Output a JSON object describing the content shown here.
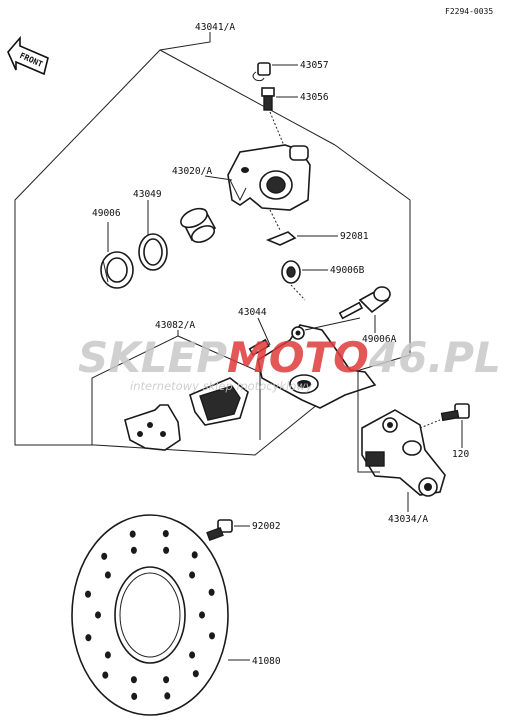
{
  "figure_code": "F2294-0035",
  "front_arrow_text": "FRONT",
  "watermark": {
    "brand_left": "SKLEP",
    "brand_mid": "MOTO",
    "brand_right": "46.PL",
    "tagline": "internetowy sklep motocyklowy",
    "color_gray": "#c8c8c8",
    "color_red": "#e03a3a"
  },
  "parts": [
    {
      "number": "43041/A"
    },
    {
      "number": "43057"
    },
    {
      "number": "43056"
    },
    {
      "number": "43020/A"
    },
    {
      "number": "43049"
    },
    {
      "number": "49006"
    },
    {
      "number": "92081"
    },
    {
      "number": "49006B"
    },
    {
      "number": "43044"
    },
    {
      "number": "43082/A"
    },
    {
      "number": "49006A"
    },
    {
      "number": "120"
    },
    {
      "number": "43034/A"
    },
    {
      "number": "92002"
    },
    {
      "number": "41080"
    }
  ]
}
